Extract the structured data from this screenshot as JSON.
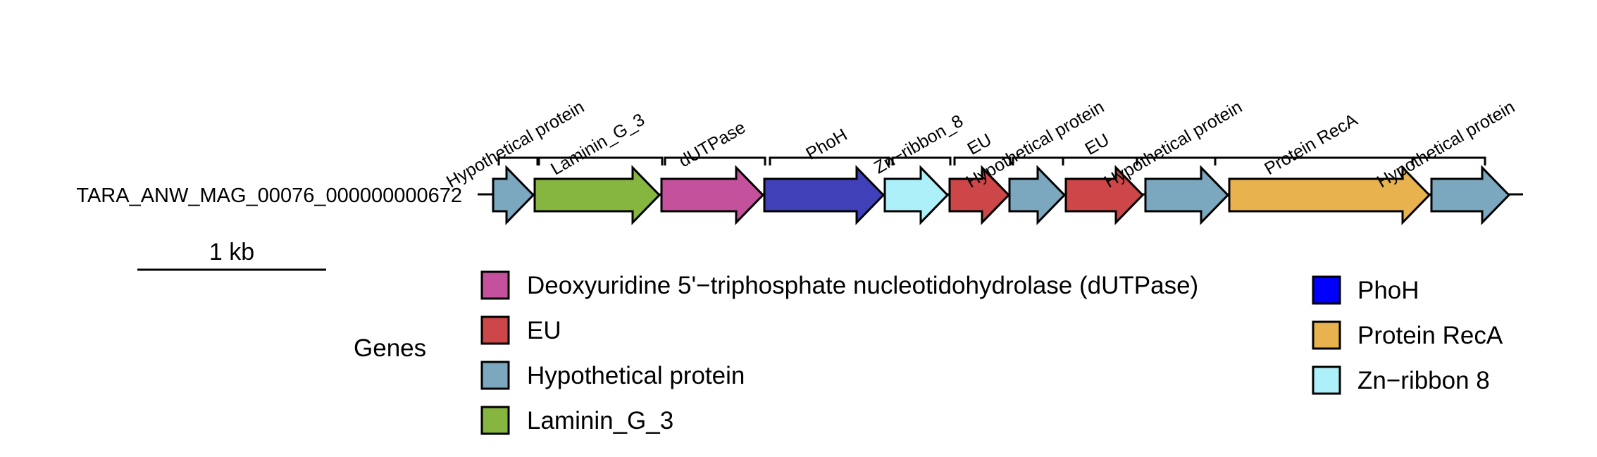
{
  "sequence_name": "TARA_ANW_MAG_00076_000000000672",
  "scale_bar_label": "1 kb",
  "legend_title": "Genes",
  "legend_items": [
    {
      "label": "Deoxyuridine 5'−triphosphate nucleotidohydrolase (dUTPase)",
      "color": "#C4519C"
    },
    {
      "label": "EU",
      "color": "#CD4648"
    },
    {
      "label": "Hypothetical protein",
      "color": "#7BA7BF"
    },
    {
      "label": "Laminin_G_3",
      "color": "#86B540"
    },
    {
      "label": "PhoH",
      "color": "#0000FF"
    },
    {
      "label": "Protein RecA",
      "color": "#E8B24E"
    },
    {
      "label": "Zn−ribbon 8",
      "color": "#AEF0FA"
    }
  ],
  "genes": [
    {
      "label": "Hypothetical protein",
      "color": "#7BA7BF"
    },
    {
      "label": "Laminin_G_3",
      "color": "#86B540"
    },
    {
      "label": "dUTPase",
      "color": "#C4519C"
    },
    {
      "label": "PhoH",
      "color": "#4040B8"
    },
    {
      "label": "Zn−ribbon_8",
      "color": "#AEF0FA"
    },
    {
      "label": "EU",
      "color": "#CD4648"
    },
    {
      "label": "Hypothetical protein",
      "color": "#7BA7BF"
    },
    {
      "label": "EU",
      "color": "#CD4648"
    },
    {
      "label": "Hypothetical protein",
      "color": "#7BA7BF"
    },
    {
      "label": "Protein RecA",
      "color": "#E8B24E"
    },
    {
      "label": "Hypothetical protein",
      "color": "#7BA7BF"
    }
  ]
}
